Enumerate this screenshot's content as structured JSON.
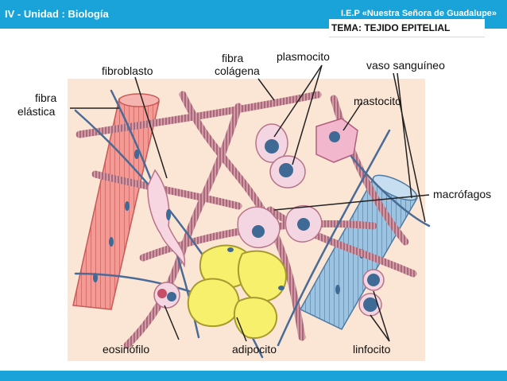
{
  "header": {
    "left_title": "IV - Unidad : Biología",
    "right_title": "I.E.P «Nuestra Señora de Guadalupe»",
    "topic": "TEMA:  TEJIDO  EPITELIAL"
  },
  "diagram": {
    "labels": {
      "fibroblasto": "fibroblasto",
      "fibra_colagena_1": "fibra",
      "fibra_colagena_2": "colágena",
      "plasmocito": "plasmocito",
      "vaso_sanguineo": "vaso sanguíneo",
      "fibra_elastica_1": "fibra",
      "fibra_elastica_2": "elástica",
      "mastocito": "mastocito",
      "macrofagos": "macrófagos",
      "eosinofilo": "eosinófilo",
      "adipocito": "adipocito",
      "linfocito": "linfocito"
    },
    "colors": {
      "background": "#fbe6d6",
      "collagen": "#c98a98",
      "elastic": "#4a6b96",
      "vessel_red": "#ef8b86",
      "vessel_blue": "#8fb8d8",
      "adipocyte": "#f7f06c",
      "nucleus": "#3f6a96"
    }
  }
}
